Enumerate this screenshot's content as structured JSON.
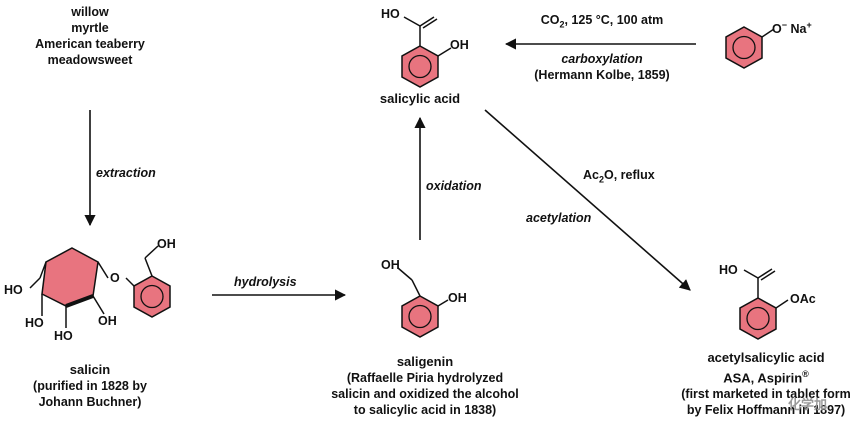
{
  "sources": [
    "willow",
    "myrtle",
    "American teaberry",
    "meadowsweet"
  ],
  "steps": {
    "extraction": "extraction",
    "hydrolysis": "hydrolysis",
    "oxidation": "oxidation",
    "carboxylation": "carboxylation",
    "carboxylation_note": "(Hermann Kolbe, 1859)",
    "carboxylation_conditions_pre": "CO",
    "carboxylation_conditions_sub": "2",
    "carboxylation_conditions_post": ", 125 °C, 100 atm",
    "acetylation": "acetylation",
    "acetylation_conditions_pre": "Ac",
    "acetylation_conditions_sub": "2",
    "acetylation_conditions_post": "O, reflux"
  },
  "compounds": {
    "salicylic_acid": {
      "name": "salicylic acid"
    },
    "salicin": {
      "name": "salicin",
      "note": [
        "(purified in 1828 by",
        "Johann Buchner)"
      ]
    },
    "saligenin": {
      "name": "saligenin",
      "note": [
        "(Raffaelle Piria hydrolyzed",
        "salicin and oxidized the alcohol",
        "to salicylic acid in 1838)"
      ]
    },
    "asa": {
      "name": "acetylsalicylic acid",
      "line2": "ASA, Aspirin",
      "line2_sup": "®",
      "note": [
        "(first marketed in tablet form",
        "by Felix Hoffmann in 1897)"
      ]
    },
    "phenoxide": {
      "anion_sup": "−",
      "cation": "Na",
      "cation_sup": "+"
    }
  },
  "atoms": {
    "HO": "HO",
    "OH": "OH",
    "O": "O",
    "OAc": "OAc"
  },
  "watermark": "化学加",
  "colors": {
    "ring_fill": "#e8747f",
    "line": "#111111"
  }
}
